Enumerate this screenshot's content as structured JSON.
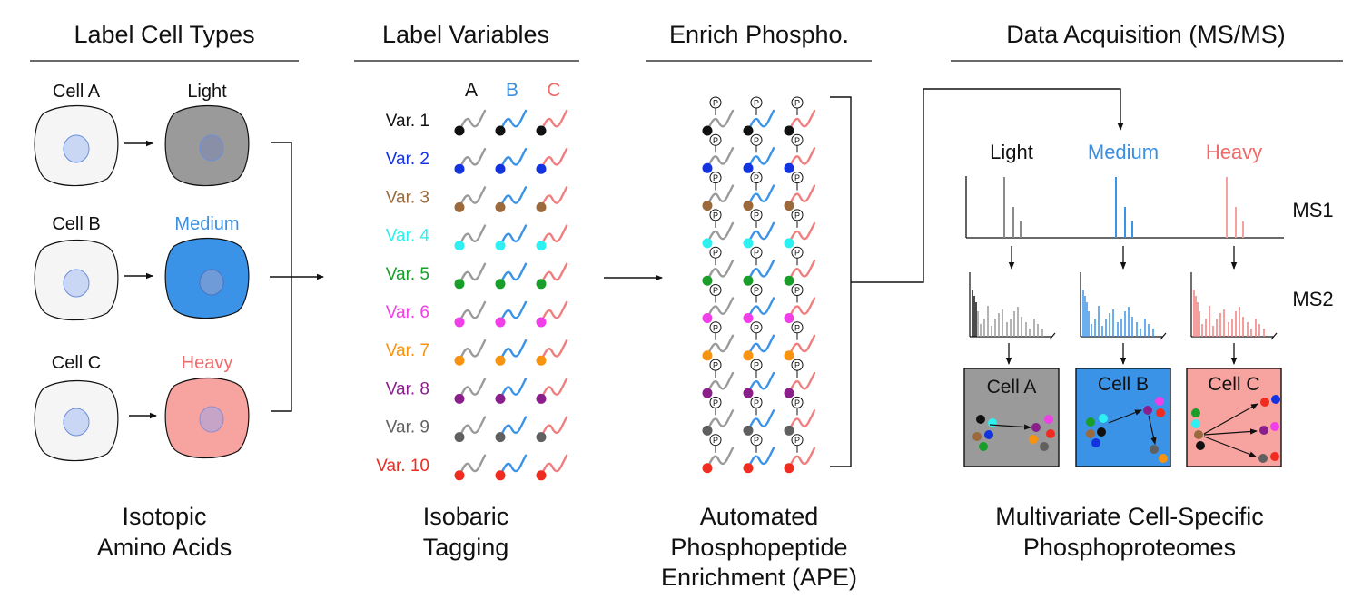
{
  "colors": {
    "light": "#9a9a9a",
    "medium": "#3b93e8",
    "heavy": "#f07e7e",
    "medium_text": "#3b8fe0",
    "heavy_text": "#ef6b6b",
    "dark": "#222222",
    "var_colors": [
      "#111111",
      "#1433e0",
      "#9b6a3c",
      "#2ff0f0",
      "#1a9e2a",
      "#f03ee8",
      "#f7930e",
      "#8a1f8c",
      "#606060",
      "#f02b1f"
    ]
  },
  "panel1": {
    "header": "Label Cell Types",
    "cells": [
      {
        "name": "Cell A",
        "label": "Light"
      },
      {
        "name": "Cell B",
        "label": "Medium"
      },
      {
        "name": "Cell C",
        "label": "Heavy"
      }
    ],
    "footer_line1": "Isotopic",
    "footer_line2": "Amino Acids"
  },
  "panel2": {
    "header": "Label Variables",
    "columns": [
      "A",
      "B",
      "C"
    ],
    "variables": [
      "Var. 1",
      "Var. 2",
      "Var. 3",
      "Var. 4",
      "Var. 5",
      "Var. 6",
      "Var. 7",
      "Var. 8",
      "Var. 9",
      "Var. 10"
    ],
    "footer_line1": "Isobaric",
    "footer_line2": "Tagging"
  },
  "panel3": {
    "header": "Enrich Phospho.",
    "phospho_label": "P",
    "footer_line1": "Automated",
    "footer_line2": "Phosphopeptide",
    "footer_line3": "Enrichment (APE)"
  },
  "panel4": {
    "header": "Data Acquisition (MS/MS)",
    "channels": [
      "Light",
      "Medium",
      "Heavy"
    ],
    "ms1_label": "MS1",
    "ms2_label": "MS2",
    "boxes": [
      "Cell A",
      "Cell B",
      "Cell C"
    ],
    "footer_line1": "Multivariate Cell-Specific",
    "footer_line2": "Phosphoproteomes"
  }
}
